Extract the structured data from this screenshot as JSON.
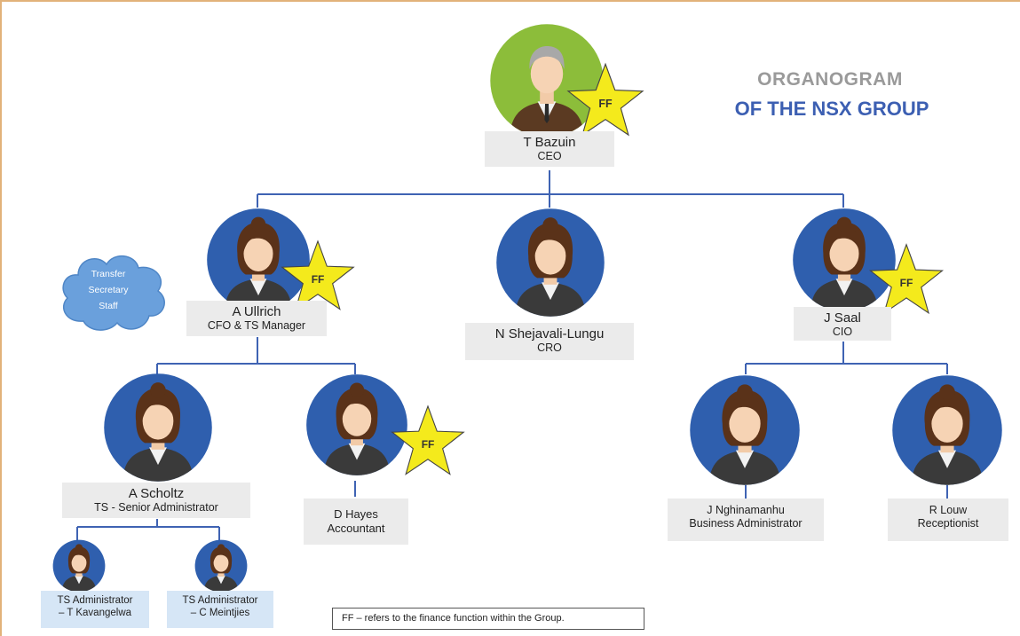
{
  "title": {
    "line1": "ORGANOGRAM",
    "line2": "OF THE NSX GROUP"
  },
  "star_label": "FF",
  "cloud_text": [
    "Transfer",
    "Secretary",
    "Staff"
  ],
  "nodes": [
    {
      "name": "T Bazuin",
      "role": "CEO",
      "ff": true,
      "gender": "male"
    },
    {
      "name": "A Ullrich",
      "role": "CFO & TS Manager",
      "ff": true,
      "gender": "female"
    },
    {
      "name": "N Shejavali-Lungu",
      "role": "CRO",
      "ff": false,
      "gender": "female"
    },
    {
      "name": "J Saal",
      "role": "CIO",
      "ff": true,
      "gender": "female"
    },
    {
      "name": "A Scholtz",
      "role": "TS - Senior Administrator",
      "ff": false,
      "gender": "female"
    },
    {
      "name": "D Hayes",
      "role": "Accountant",
      "ff": true,
      "gender": "female"
    },
    {
      "name": "J Nghinamanhu",
      "role": "Business Administrator",
      "ff": false,
      "gender": "female"
    },
    {
      "name": "R Louw",
      "role": "Receptionist",
      "ff": false,
      "gender": "female"
    },
    {
      "name": "TS Administrator",
      "role": "– T Kavangelwa",
      "ff": false,
      "gender": "female"
    },
    {
      "name": "TS Administrator",
      "role": "– C Meintjies",
      "ff": false,
      "gender": "female"
    }
  ],
  "note": "FF – refers to the finance function within the Group.",
  "colors": {
    "avatar_blue": "#2f5fae",
    "avatar_green": "#8cbd3a",
    "star": "#f4ea1c",
    "line": "#3f63b3",
    "label_bg": "#ebebeb",
    "title_gray": "#9a9a9a",
    "title_blue": "#3c5fb2"
  }
}
